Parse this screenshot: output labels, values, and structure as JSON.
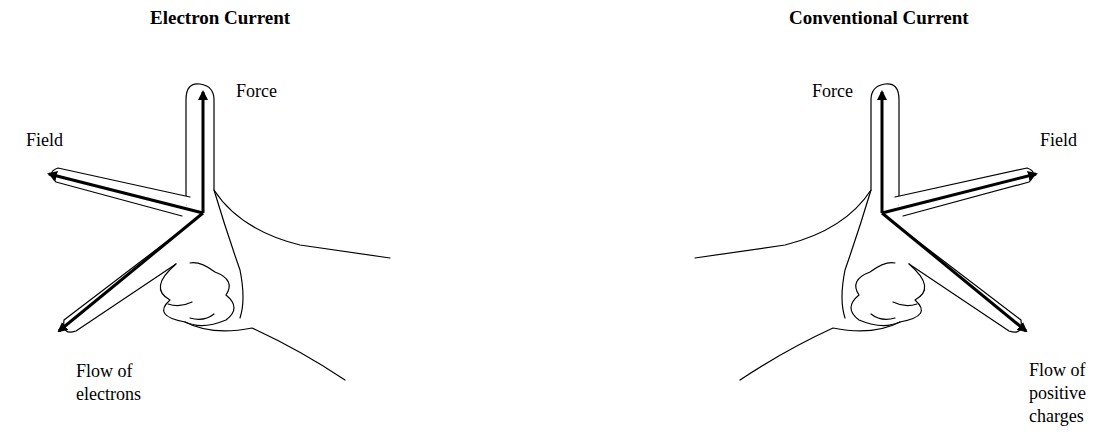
{
  "diagram": {
    "labels": [
      "Electron Current",
      "Force",
      "Field",
      "Flow of electrons",
      "Conventional Current",
      "Force",
      "Field",
      "Flow of positive charges"
    ]
  }
}
